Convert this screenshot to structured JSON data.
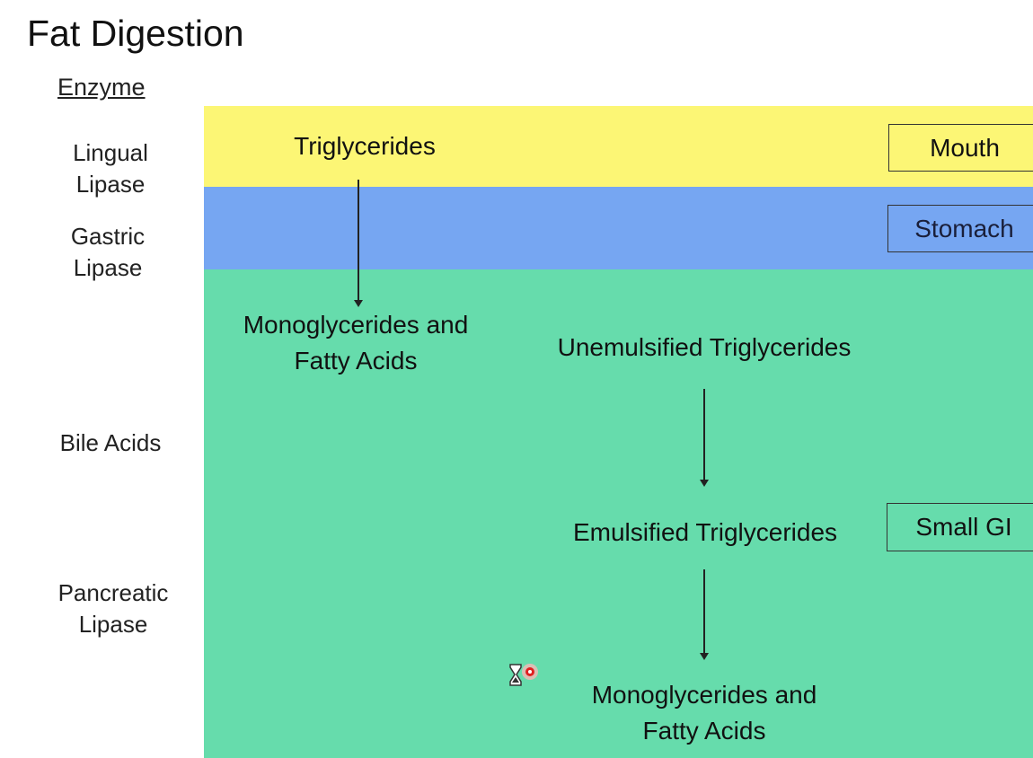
{
  "title": "Fat Digestion",
  "enzyme_header": "Enzyme",
  "enzymes": {
    "lingual": [
      "Lingual",
      "Lipase"
    ],
    "gastric": [
      "Gastric",
      "Lipase"
    ],
    "bile": "Bile Acids",
    "pancreatic": [
      "Pancreatic",
      "Lipase"
    ]
  },
  "locations": {
    "mouth": "Mouth",
    "stomach": "Stomach",
    "small_gi": "Small GI"
  },
  "flow": {
    "triglycerides": "Triglycerides",
    "mono_fatty_1": [
      "Monoglycerides and",
      "Fatty Acids"
    ],
    "unemulsified": "Unemulsified Triglycerides",
    "emulsified": "Emulsified Triglycerides",
    "mono_fatty_2": [
      "Monoglycerides and",
      "Fatty Acids"
    ]
  },
  "colors": {
    "mouth_band": "#fcf675",
    "stomach_band": "#76a6f2",
    "small_gi_band": "#66dcac"
  },
  "icons": {
    "cursor": "busy-cursor-icon"
  }
}
